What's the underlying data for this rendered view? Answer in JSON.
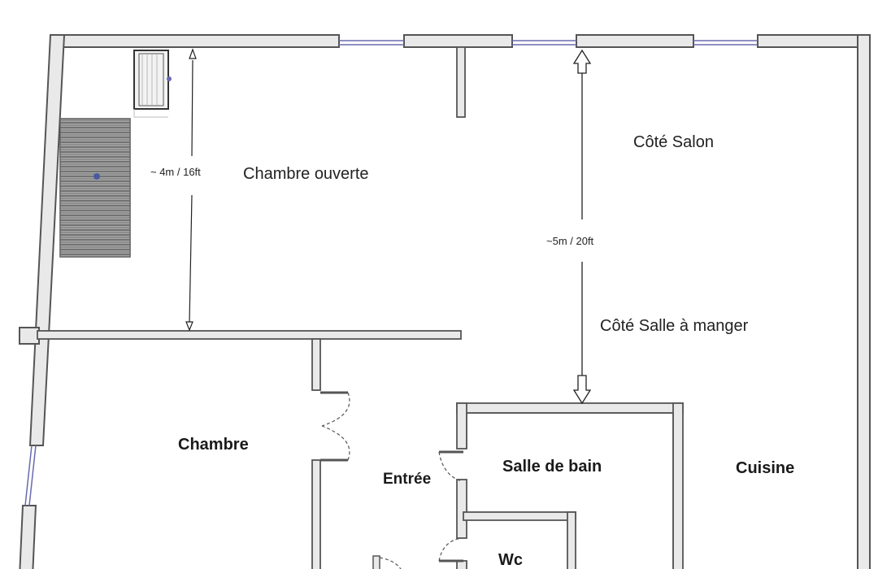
{
  "plan": {
    "rooms": {
      "chambre_ouverte": "Chambre ouverte",
      "cote_salon": "Côté Salon",
      "cote_salle_a_manger": "Côté Salle à manger",
      "chambre": "Chambre",
      "entree": "Entrée",
      "salle_de_bain": "Salle de bain",
      "cuisine": "Cuisine",
      "wc": "Wc"
    },
    "dimensions": {
      "bedroom_depth": "~ 4m / 16ft",
      "living_depth": "~5m / 20ft"
    },
    "colors": {
      "wall_fill": "#e9e9e9",
      "wall_stroke": "#555555",
      "window": "#6a6ab0",
      "text": "#222222"
    }
  }
}
